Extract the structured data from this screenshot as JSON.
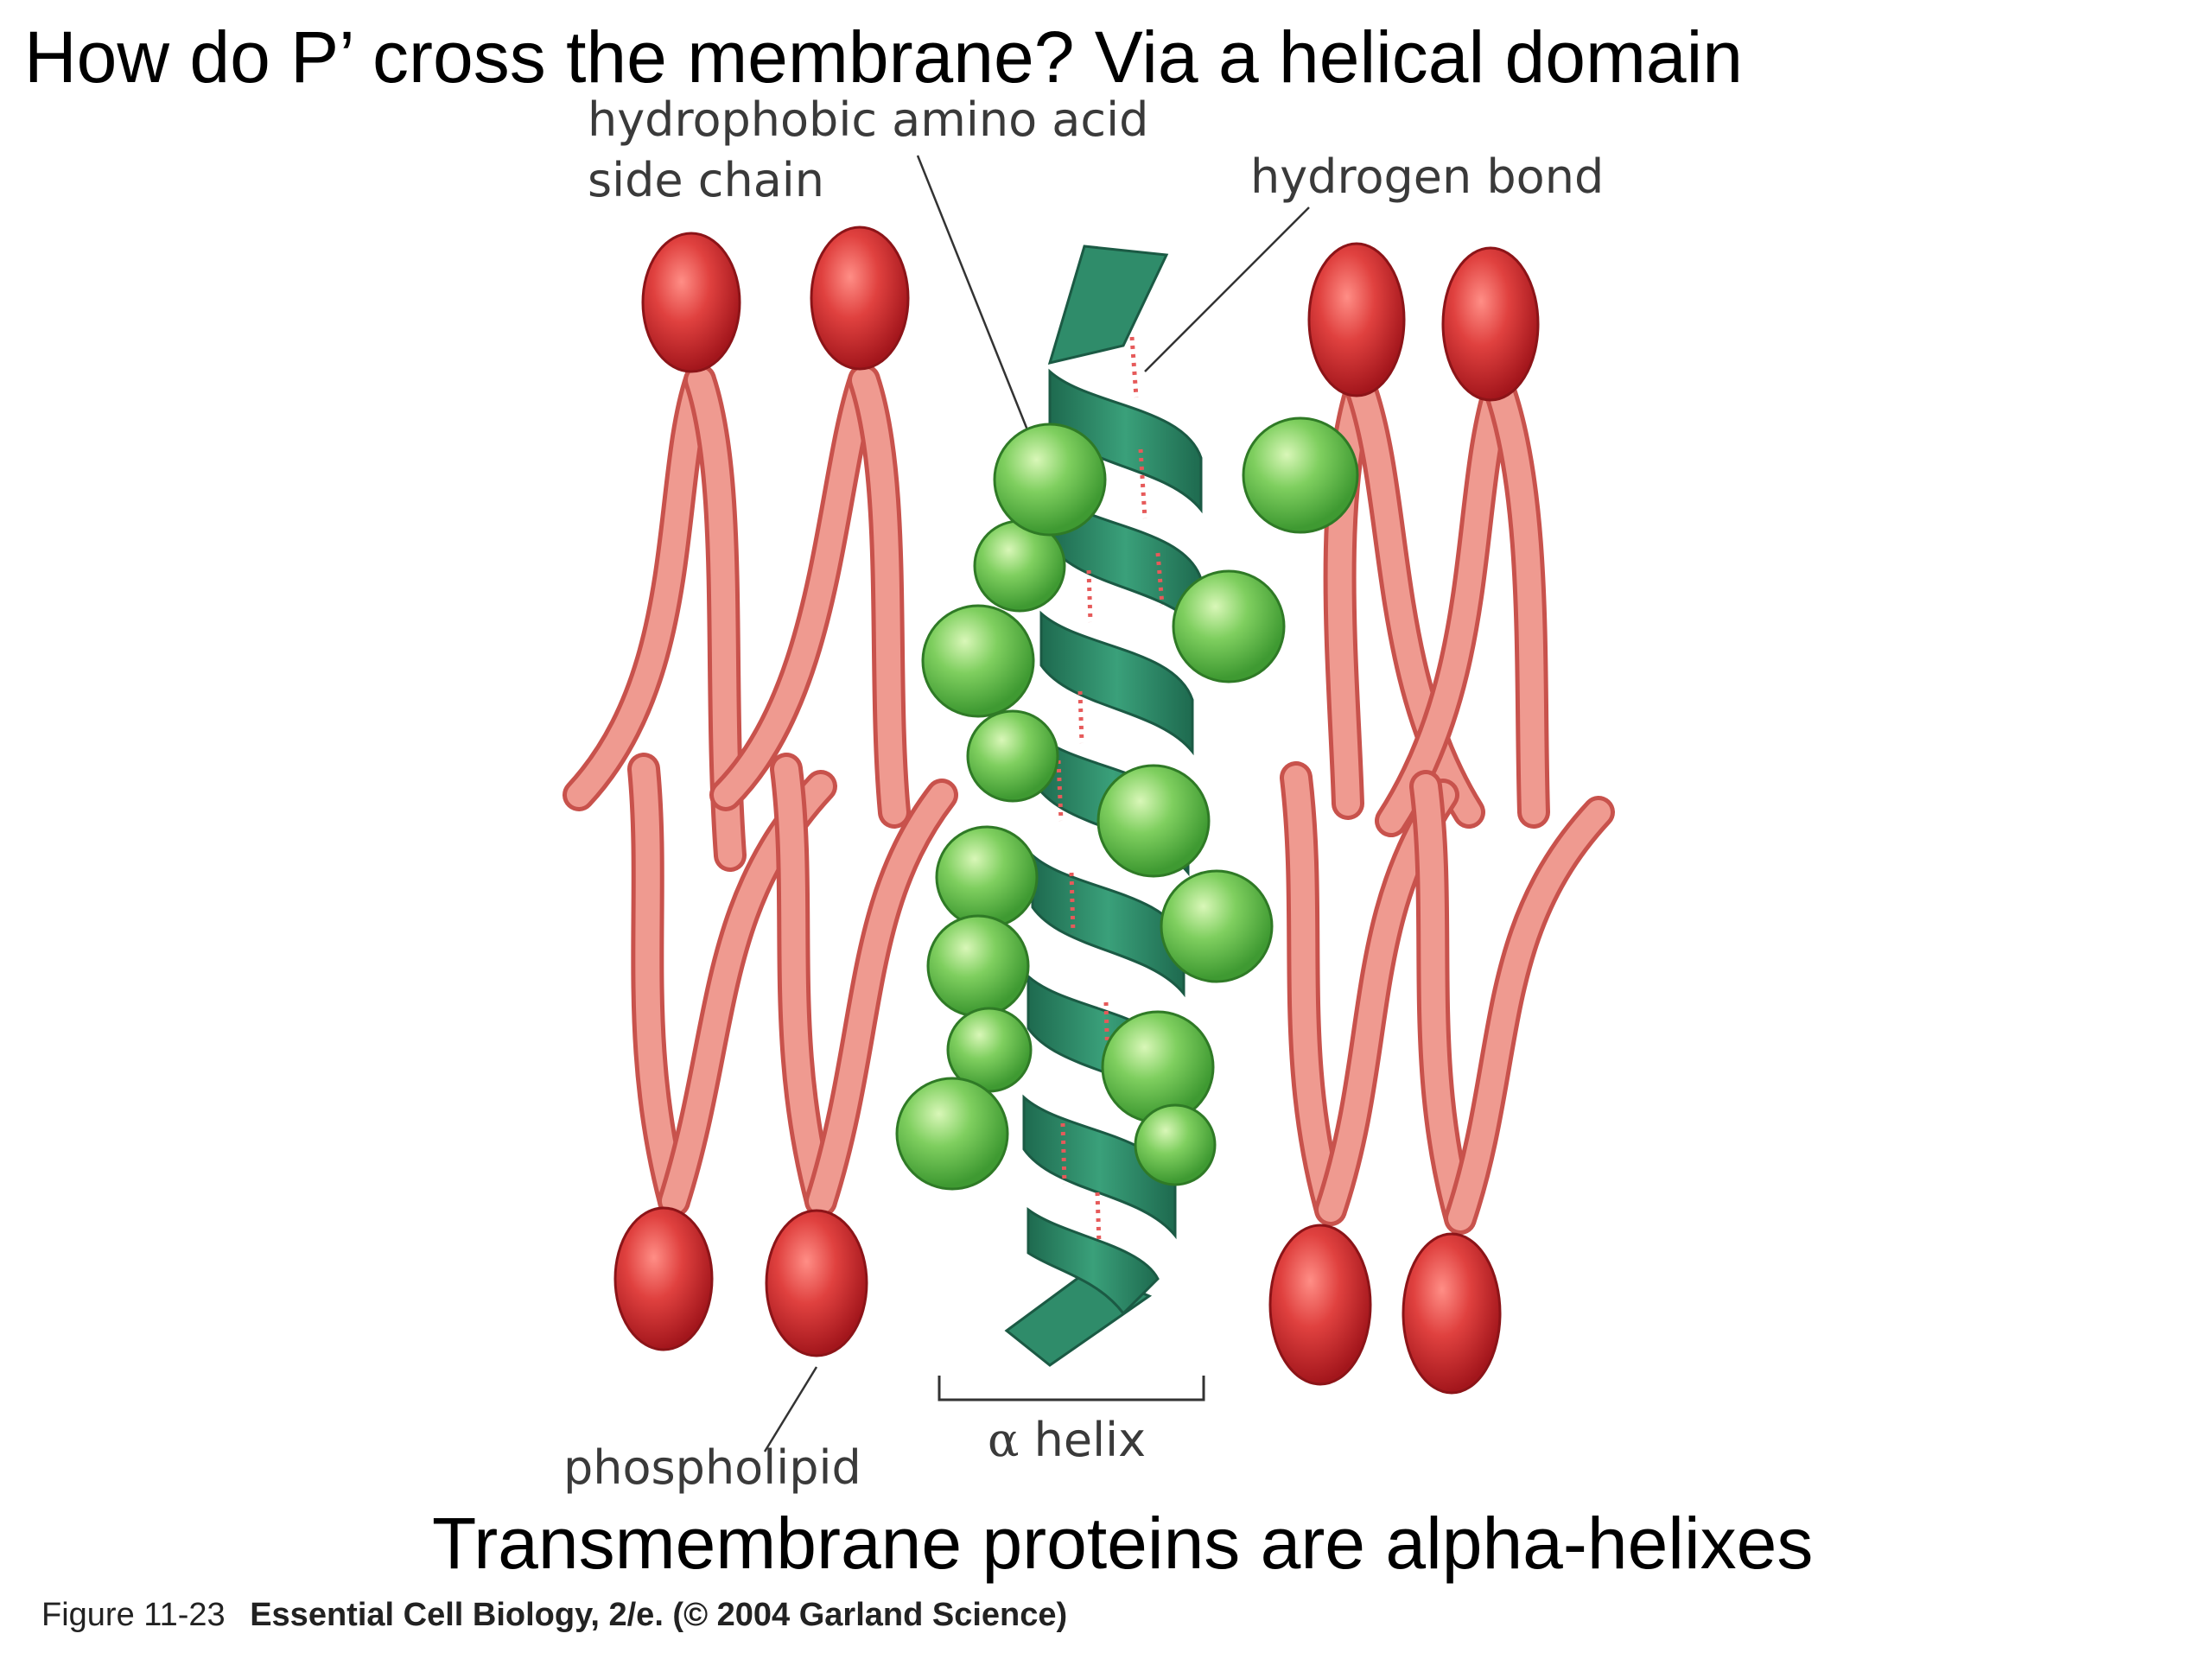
{
  "slide": {
    "title": "How do P’ cross the membrane?  Via a helical domain",
    "caption": "Transmembrane proteins are alpha-helixes",
    "figure_number": "Figure 11-23",
    "figure_reference": "Essential Cell Biology, 2/e. (© 2004 Garland Science)"
  },
  "diagram": {
    "labels": {
      "hydrophobic_line1": "hydrophobic amino acid",
      "hydrophobic_line2": "side chain",
      "hydrogen_bond": "hydrogen bond",
      "phospholipid": "phospholipid",
      "alpha_symbol": "α",
      "alpha_word": "helix"
    },
    "colors": {
      "phospholipid_head": "#d8373a",
      "phospholipid_tail": "#ef9a90",
      "helix_ribbon": "#2f8c6a",
      "side_chain_sphere": "#7fcf5f",
      "hydrogen_bond": "#e65a5a"
    }
  }
}
